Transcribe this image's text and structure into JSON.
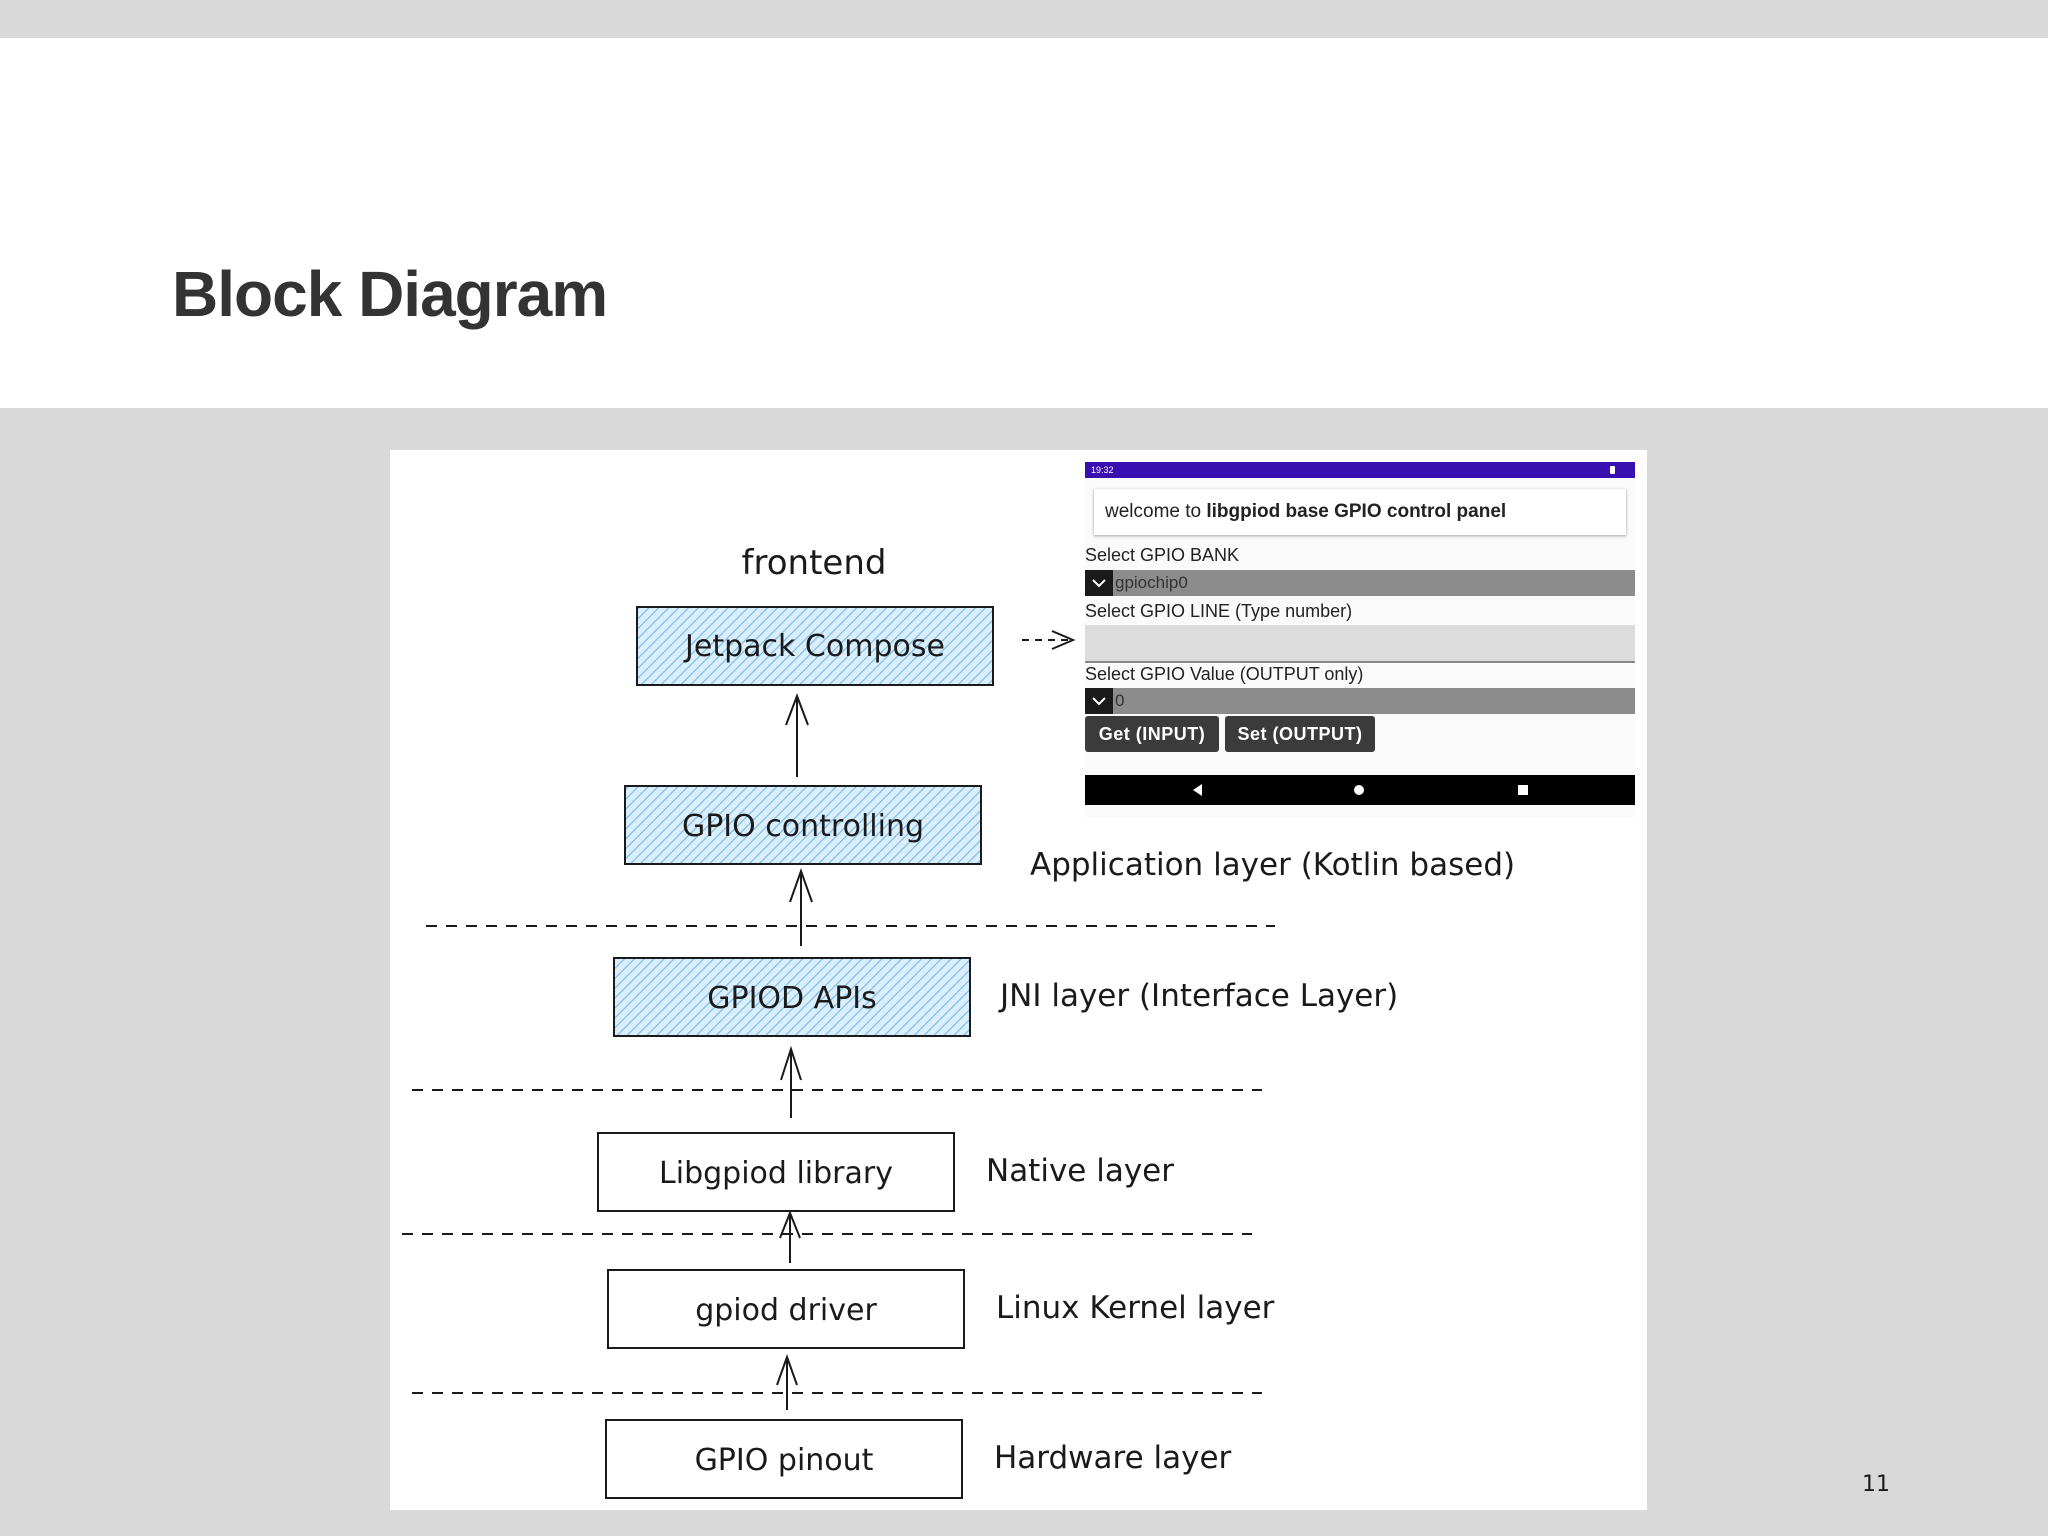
{
  "slide": {
    "title": "Block Diagram",
    "page_number": "11"
  },
  "diagram": {
    "frontend_label": "frontend",
    "blocks": {
      "jetpack_compose": "Jetpack Compose",
      "gpio_controlling": "GPIO controlling",
      "gpiod_apis": "GPIOD APIs",
      "libgpiod_library": "Libgpiod library",
      "gpiod_driver": "gpiod driver",
      "gpio_pinout": "GPIO pinout"
    },
    "layers": {
      "application": "Application layer (Kotlin based)",
      "jni": "JNI layer (Interface Layer)",
      "native": "Native layer",
      "kernel": "Linux Kernel layer",
      "hardware": "Hardware layer"
    }
  },
  "app": {
    "status_time": "19:32",
    "welcome_prefix": "welcome to ",
    "welcome_bold": "libgpiod base GPIO control panel",
    "bank_label": "Select GPIO BANK",
    "bank_value": "gpiochip0",
    "line_label": "Select GPIO LINE (Type number)",
    "line_value": "",
    "value_label": "Select GPIO Value (OUTPUT only)",
    "value_value": "0",
    "get_button": "Get (INPUT)",
    "set_button": "Set (OUTPUT)"
  },
  "colors": {
    "status_bar": "#3a0fb2",
    "block_fill": "#a5d8ff",
    "button": "#3b3b3b"
  }
}
